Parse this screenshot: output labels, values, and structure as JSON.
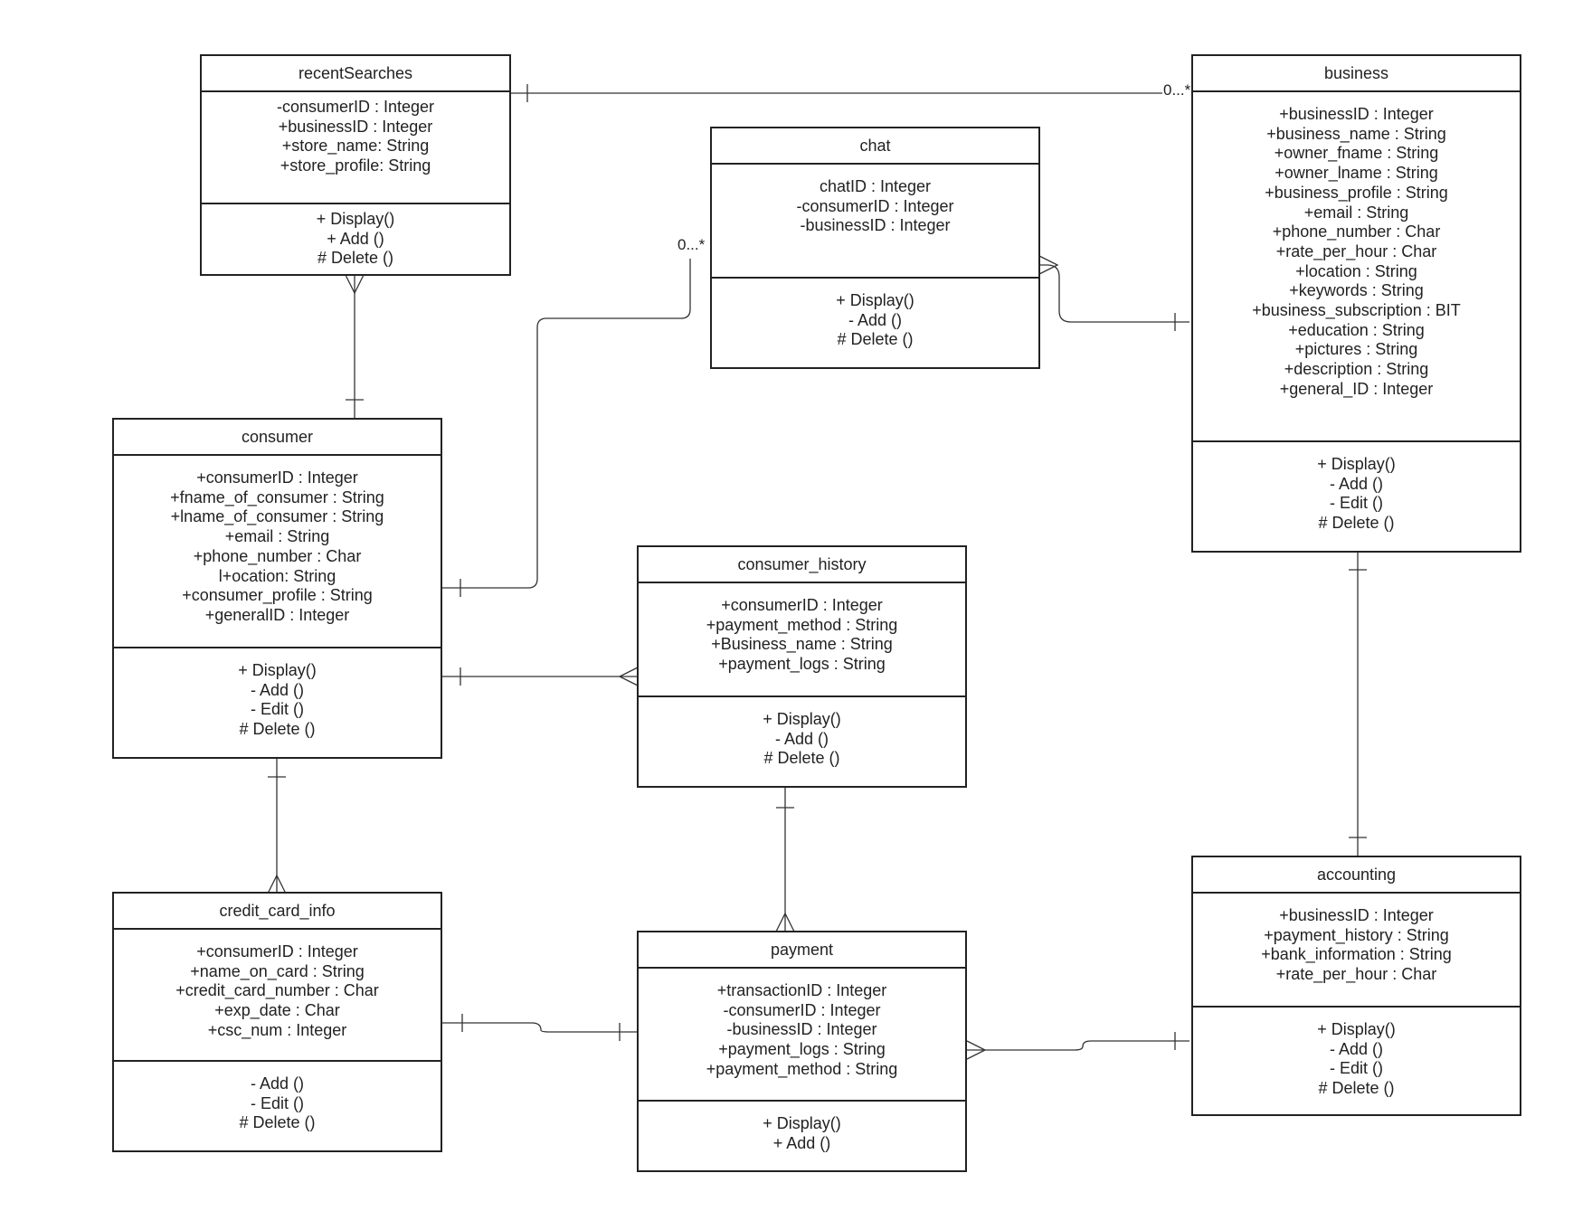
{
  "classes": {
    "recentSearches": {
      "name": "recentSearches",
      "attributes": [
        "-consumerID : Integer",
        "+businessID : Integer",
        "+store_name: String",
        "+store_profile: String"
      ],
      "methods": [
        "+ Display()",
        "+ Add ()",
        "# Delete ()"
      ]
    },
    "business": {
      "name": "business",
      "attributes": [
        "+businessID : Integer",
        "+business_name : String",
        "+owner_fname : String",
        "+owner_lname : String",
        "+business_profile : String",
        "+email : String",
        "+phone_number : Char",
        "+rate_per_hour : Char",
        "+location : String",
        "+keywords : String",
        "+business_subscription : BIT",
        "+education : String",
        "+pictures : String",
        "+description : String",
        "+general_ID : Integer"
      ],
      "methods": [
        "+ Display()",
        "- Add ()",
        "- Edit ()",
        "# Delete ()"
      ]
    },
    "chat": {
      "name": "chat",
      "attributes": [
        "chatID : Integer",
        "-consumerID : Integer",
        "-businessID : Integer"
      ],
      "methods": [
        "+ Display()",
        "- Add ()",
        "# Delete ()"
      ]
    },
    "consumer": {
      "name": "consumer",
      "attributes": [
        "+consumerID : Integer",
        "+fname_of_consumer : String",
        "+lname_of_consumer : String",
        "+email : String",
        "+phone_number : Char",
        "l+ocation: String",
        "+consumer_profile : String",
        "+generalID : Integer"
      ],
      "methods": [
        "+ Display()",
        "- Add ()",
        "- Edit ()",
        "# Delete ()"
      ]
    },
    "consumer_history": {
      "name": "consumer_history",
      "attributes": [
        "+consumerID : Integer",
        "+payment_method : String",
        "+Business_name : String",
        "+payment_logs : String"
      ],
      "methods": [
        "+ Display()",
        "- Add ()",
        "# Delete ()"
      ]
    },
    "credit_card_info": {
      "name": "credit_card_info",
      "attributes": [
        "+consumerID : Integer",
        "+name_on_card : String",
        "+credit_card_number : Char",
        "+exp_date : Char",
        "+csc_num : Integer"
      ],
      "methods": [
        "- Add ()",
        "- Edit ()",
        "# Delete ()"
      ]
    },
    "payment": {
      "name": "payment",
      "attributes": [
        "+transactionID : Integer",
        "-consumerID : Integer",
        "-businessID : Integer",
        "+payment_logs : String",
        "+payment_method : String"
      ],
      "methods": [
        "+ Display()",
        "+ Add ()"
      ]
    },
    "accounting": {
      "name": "accounting",
      "attributes": [
        "+businessID : Integer",
        "+payment_history : String",
        "+bank_information : String",
        "+rate_per_hour : Char"
      ],
      "methods": [
        "+ Display()",
        "- Add ()",
        "- Edit ()",
        "# Delete ()"
      ]
    }
  },
  "multiplicities": {
    "recent_business": "0...*",
    "chat_consumer": "0...*"
  },
  "relationships": [
    {
      "from": "recentSearches",
      "to": "business",
      "from_end": "one",
      "to_end": "zero-many"
    },
    {
      "from": "recentSearches",
      "to": "consumer",
      "from_end": "many",
      "to_end": "one"
    },
    {
      "from": "chat",
      "to": "consumer",
      "from_end": "zero-many",
      "to_end": "one"
    },
    {
      "from": "chat",
      "to": "business",
      "from_end": "many",
      "to_end": "one"
    },
    {
      "from": "consumer",
      "to": "consumer_history",
      "from_end": "one",
      "to_end": "many"
    },
    {
      "from": "consumer",
      "to": "credit_card_info",
      "from_end": "one",
      "to_end": "many"
    },
    {
      "from": "consumer_history",
      "to": "payment",
      "from_end": "one",
      "to_end": "many"
    },
    {
      "from": "credit_card_info",
      "to": "payment",
      "from_end": "one",
      "to_end": "one"
    },
    {
      "from": "payment",
      "to": "accounting",
      "from_end": "many",
      "to_end": "one"
    },
    {
      "from": "business",
      "to": "accounting",
      "from_end": "one",
      "to_end": "one"
    }
  ]
}
